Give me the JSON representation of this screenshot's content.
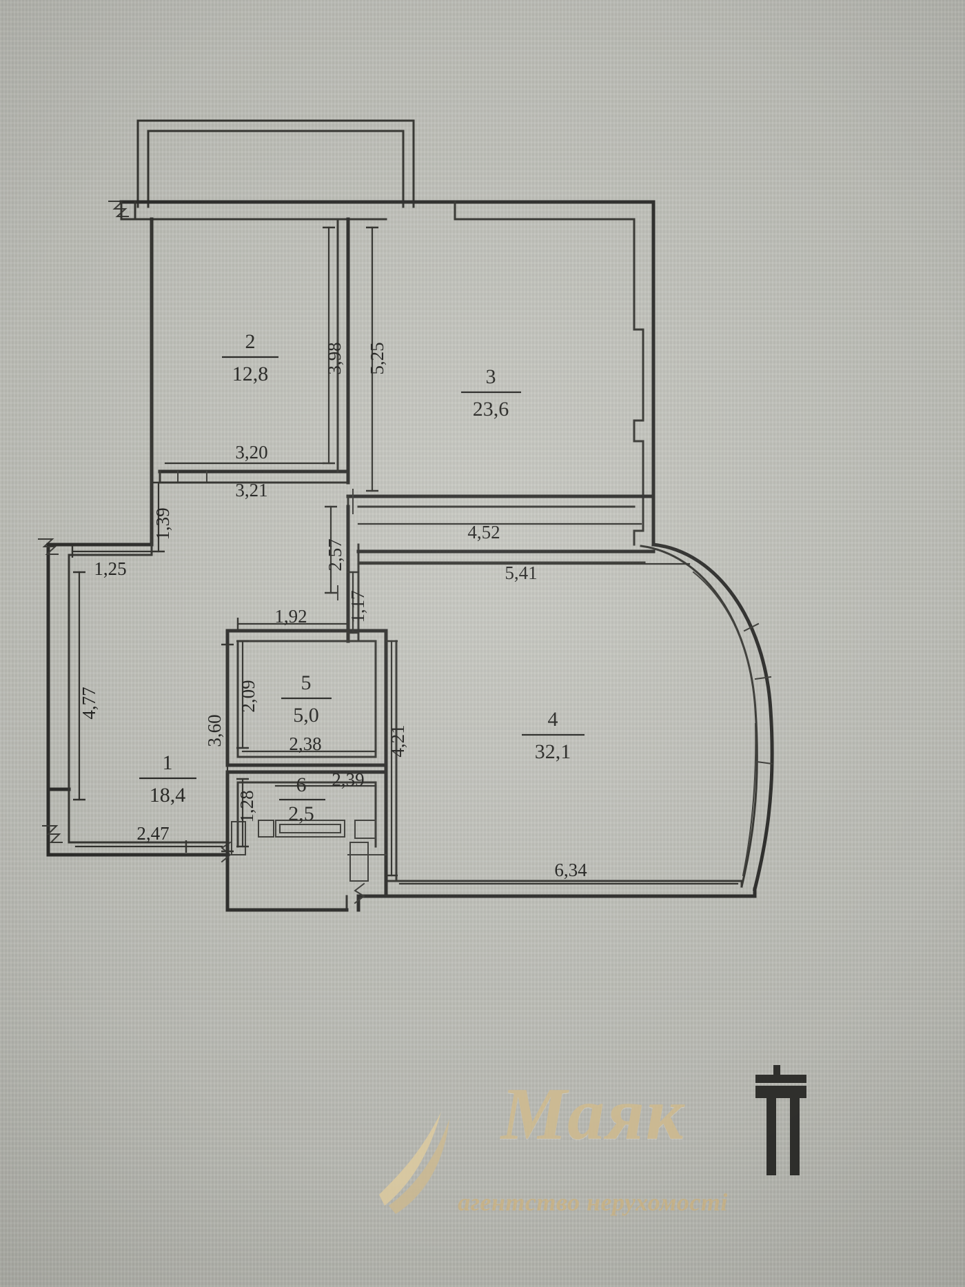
{
  "document": {
    "kind": "apartment-floor-plan",
    "scan_background_color": "#b9bab4",
    "line_color": "#2a2a28"
  },
  "rooms": [
    {
      "number": "1",
      "area": "18,4"
    },
    {
      "number": "2",
      "area": "12,8"
    },
    {
      "number": "3",
      "area": "23,6"
    },
    {
      "number": "4",
      "area": "32,1"
    },
    {
      "number": "5",
      "area": "5,0"
    },
    {
      "number": "6",
      "area": "2,5"
    }
  ],
  "dimensions": {
    "d_3_98": "3,98",
    "d_5_25": "5,25",
    "d_3_20": "3,20",
    "d_3_21": "3,21",
    "d_1_39": "1,39",
    "d_1_25": "1,25",
    "d_2_57": "2,57",
    "d_1_17": "1,17",
    "d_4_52": "4,52",
    "d_5_41": "5,41",
    "d_1_92": "1,92",
    "d_2_09": "2,09",
    "d_3_60": "3,60",
    "d_2_38": "2,38",
    "d_4_77": "4,77",
    "d_4_21": "4,21",
    "d_1_28": "1,28",
    "d_2_39": "2,39",
    "d_2_47": "2,47",
    "d_6_34": "6,34"
  },
  "watermark": {
    "brand": "Маяк",
    "tagline": "агентство нерухомості",
    "color": "#cbb992"
  }
}
